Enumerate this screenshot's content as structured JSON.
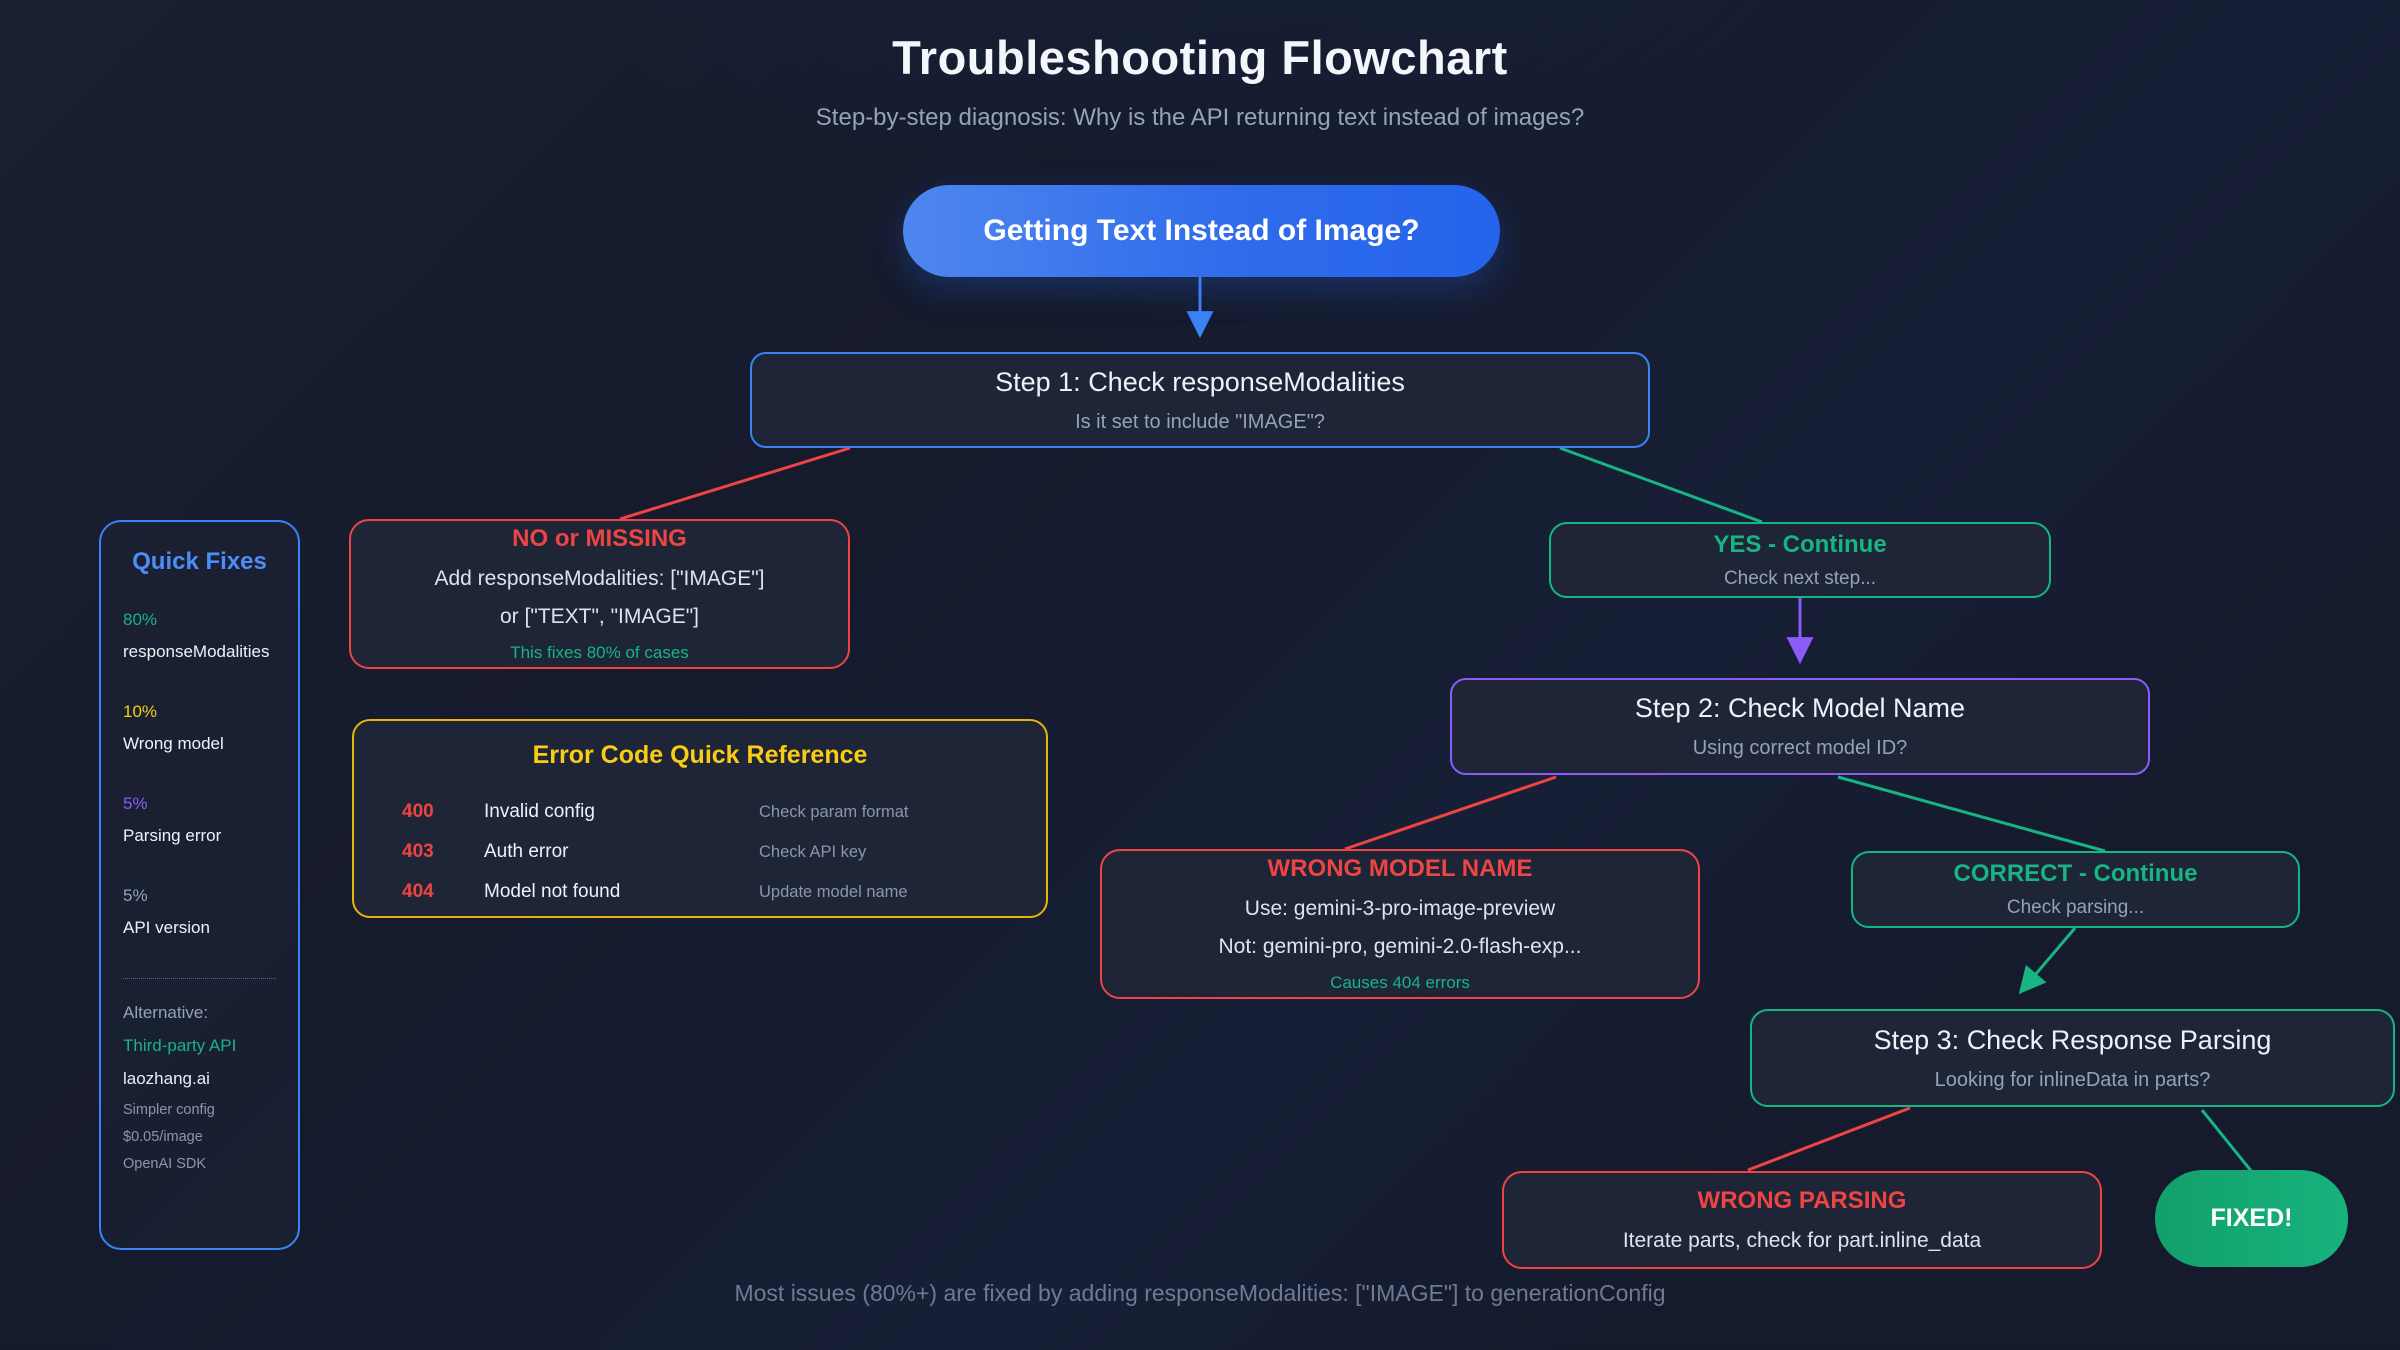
{
  "page": {
    "title": "Troubleshooting Flowchart",
    "subtitle": "Step-by-step diagnosis: Why is the API returning text instead of images?",
    "footer": "Most issues (80%+) are fixed by adding responseModalities: [\"IMAGE\"] to generationConfig"
  },
  "colors": {
    "background": "#151a2c",
    "node_fill": "#1d2536",
    "blue": "#3b82f6",
    "red": "#ef4444",
    "green": "#16b583",
    "purple": "#8b5cf6",
    "yellow": "#eab308",
    "gray_text": "#94a3b8",
    "start_gradient_left": "#4e86ef",
    "start_gradient_right": "#2563eb",
    "fixed_gradient_left": "#12a06c",
    "fixed_gradient_right": "#18b27c"
  },
  "flow": {
    "start": {
      "label": "Getting Text Instead of Image?"
    },
    "step1": {
      "title": "Step 1: Check responseModalities",
      "subtitle": "Is it set to include \"IMAGE\"?"
    },
    "no_missing": {
      "title": "NO or MISSING",
      "line1": "Add responseModalities: [\"IMAGE\"]",
      "line2": "or [\"TEXT\", \"IMAGE\"]",
      "note": "This fixes 80% of cases"
    },
    "yes_continue": {
      "title": "YES - Continue",
      "subtitle": "Check next step..."
    },
    "step2": {
      "title": "Step 2: Check Model Name",
      "subtitle": "Using correct model ID?"
    },
    "wrong_model": {
      "title": "WRONG MODEL NAME",
      "line1": "Use: gemini-3-pro-image-preview",
      "line2": "Not: gemini-pro, gemini-2.0-flash-exp...",
      "note": "Causes 404 errors"
    },
    "correct_continue": {
      "title": "CORRECT - Continue",
      "subtitle": "Check parsing..."
    },
    "step3": {
      "title": "Step 3: Check Response Parsing",
      "subtitle": "Looking for inlineData in parts?"
    },
    "wrong_parsing": {
      "title": "WRONG PARSING",
      "line1": "Iterate parts, check for part.inline_data"
    },
    "fixed": {
      "label": "FIXED!"
    }
  },
  "quick_fixes": {
    "title": "Quick Fixes",
    "items": [
      {
        "percent": "80%",
        "label": "responseModalities",
        "color": "#16b583"
      },
      {
        "percent": "10%",
        "label": "Wrong model",
        "color": "#eab308"
      },
      {
        "percent": "5%",
        "label": "Parsing error",
        "color": "#8b5cf6"
      },
      {
        "percent": "5%",
        "label": "API version",
        "color": "#94a3b8"
      }
    ],
    "alternative": {
      "heading": "Alternative:",
      "name": "Third-party API",
      "domain": "laozhang.ai",
      "notes": [
        "Simpler config",
        "$0.05/image",
        "OpenAI SDK"
      ]
    }
  },
  "error_codes": {
    "title": "Error Code Quick Reference",
    "rows": [
      {
        "code": "400",
        "name": "Invalid config",
        "hint": "Check param format"
      },
      {
        "code": "403",
        "name": "Auth error",
        "hint": "Check API key"
      },
      {
        "code": "404",
        "name": "Model not found",
        "hint": "Update model name"
      }
    ]
  }
}
